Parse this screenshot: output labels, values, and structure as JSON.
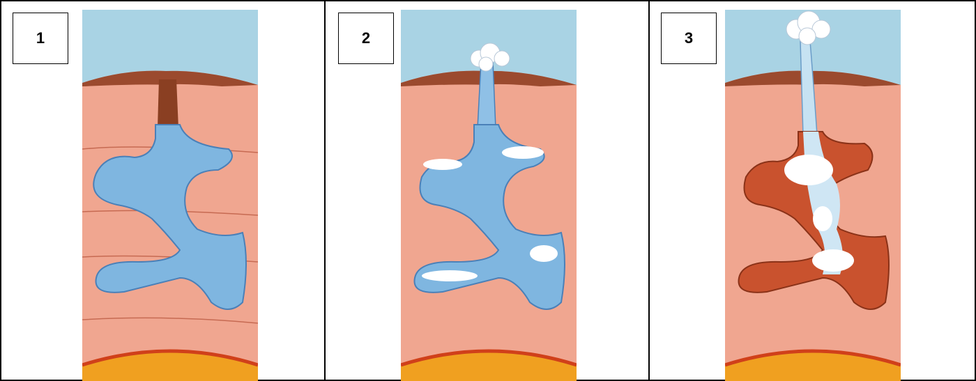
{
  "panels": [
    {
      "label": "1"
    },
    {
      "label": "2"
    },
    {
      "label": "3"
    }
  ],
  "colors": {
    "sky": "#a9d3e4",
    "rock": "#f0a690",
    "ground_cap": "#9b4a2e",
    "water": "#7fb6e0",
    "steam": "#ffffff",
    "empty_cavity": "#c9522e",
    "magma": "#f0a020"
  }
}
